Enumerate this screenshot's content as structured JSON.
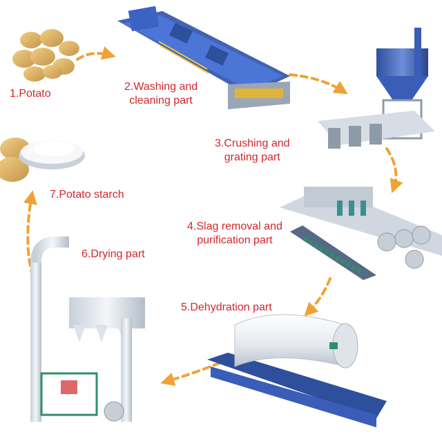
{
  "colors": {
    "label_red": "#d2262b",
    "flow_arrow_orange": "#f0a236",
    "machine_blue": "#3f67c9",
    "machine_steel": "#9aa6b4",
    "equipment_white": "#e9edf2"
  },
  "steps": [
    {
      "lines": [
        "1.Potato"
      ]
    },
    {
      "lines": [
        "2.Washing and",
        "cleaning part"
      ]
    },
    {
      "lines": [
        "3.Crushing and",
        "grating part"
      ]
    },
    {
      "lines": [
        "4.Slag removal and",
        "purification part"
      ]
    },
    {
      "lines": [
        "5.Dehydration part"
      ]
    },
    {
      "lines": [
        "6.Drying part"
      ]
    },
    {
      "lines": [
        "7.Potato starch"
      ]
    }
  ]
}
